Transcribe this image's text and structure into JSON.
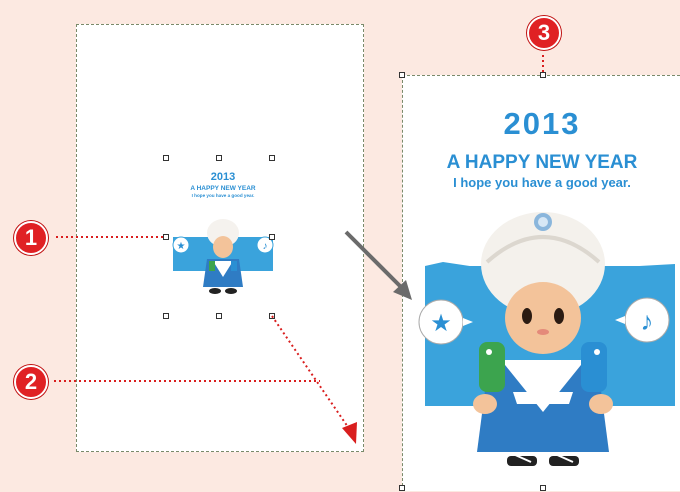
{
  "card": {
    "year": "2013",
    "headline": "A HAPPY NEW YEAR",
    "subline": "I hope you have a good year."
  },
  "callouts": [
    "1",
    "2",
    "3"
  ],
  "colors": {
    "background": "#fce9e1",
    "accent_blue": "#2a8fd3",
    "callout_red": "#e02124",
    "arrow_gray": "#6b6b6b"
  },
  "icons": [
    "star-icon",
    "music-note-icon"
  ]
}
